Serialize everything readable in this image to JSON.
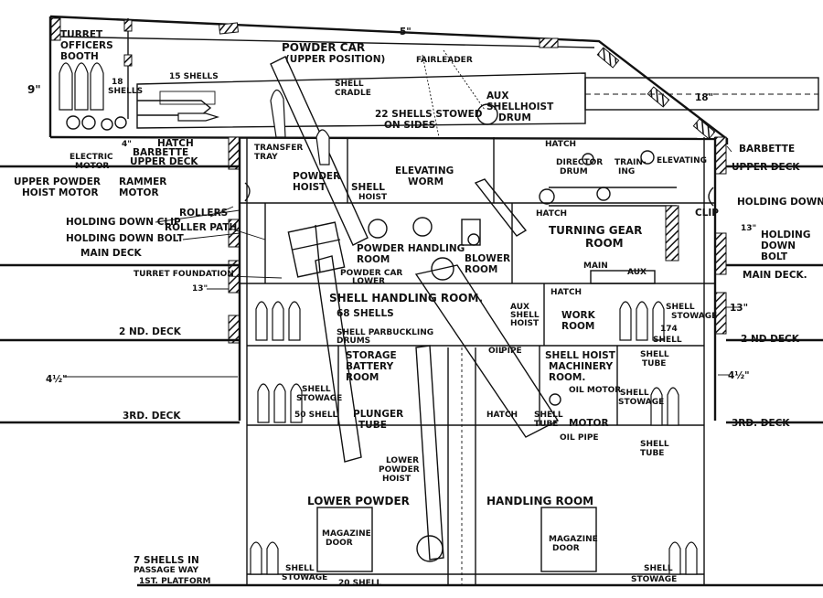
{
  "diagram": {
    "labels": {
      "turret_officers_booth": [
        "TURRET",
        "OFFICERS",
        "BOOTH"
      ],
      "powder_car_upper": [
        "POWDER CAR",
        "(UPPER POSITION)"
      ],
      "fairleader": "FAIRLEADER",
      "dim_5": "5\"",
      "dim_9": "9\"",
      "dim_18": "18\"",
      "dim_13_left": "13\"",
      "dim_13_right": "13\"",
      "dim_13_lower": "13\"",
      "dim_4half_left": "4½\"",
      "dim_4half_right": "4½\"",
      "dim_4_small": "4\"",
      "shells_18": [
        "18",
        "SHELLS"
      ],
      "shells_15": "15 SHELLS",
      "shell_cradle": [
        "SHELL",
        "CRADLE"
      ],
      "shells_22": [
        "22 SHELLS STOWED",
        "ON SIDES"
      ],
      "aux_shellhoist_drum": [
        "AUX",
        "SHELLHOIST",
        "DRUM"
      ],
      "hatch_top": "HATCH",
      "barbette_left": "BARBETTE",
      "upper_deck_left": "UPPER DECK",
      "electric_motor": [
        "ELECTRIC",
        "MOTOR"
      ],
      "upper_powder_hoist_motor": [
        "UPPER POWDER",
        "HOIST MOTOR"
      ],
      "rammer_motor": [
        "RAMMER",
        "MOTOR"
      ],
      "transfer_tray": [
        "TRANSFER",
        "TRAY"
      ],
      "powder_hoist": [
        "POWDER",
        "HOIST"
      ],
      "shell_hoist": [
        "SHELL",
        "HOIST"
      ],
      "elevating_worm": [
        "ELEVATING",
        "WORM"
      ],
      "hatch_right": "HATCH",
      "director_drum": [
        "DIRECTOR",
        "DRUM"
      ],
      "training": [
        "TRAIN-",
        "ING"
      ],
      "elevating_right": "ELEVATING",
      "barbette_right": "BARBETTE",
      "upper_deck_right": "UPPER DECK",
      "holding_down_clip_right": [
        "HOLDING DOWN",
        "CLIP"
      ],
      "holding_down_bolt_right": [
        "HOLDING",
        "DOWN",
        "BOLT"
      ],
      "main_deck_right": "MAIN DECK.",
      "rollers": "ROLLERS",
      "holding_down_clip_left": "HOLDING DOWN CLIP",
      "roller_path": "ROLLER PATH",
      "holding_down_bolt_left": "HOLDING DOWN BOLT",
      "main_deck_left": "MAIN DECK",
      "turret_foundation": "TURRET FOUNDATION",
      "hatch_mid": "HATCH",
      "turning_gear_room": [
        "TURNING GEAR",
        "ROOM"
      ],
      "powder_handling_room": [
        "POWDER HANDLING",
        "ROOM"
      ],
      "blower_room": [
        "BLOWER",
        "ROOM"
      ],
      "powder_car_lower": [
        "POWDER CAR",
        "LOWER"
      ],
      "main": "MAIN",
      "aux": "AUX",
      "shell_handling_room": "SHELL HANDLING ROOM.",
      "shells_68": "68 SHELLS",
      "hatch_small": "HATCH",
      "aux_shell_hoist": [
        "AUX",
        "SHELL",
        "HOIST"
      ],
      "work_room": [
        "WORK",
        "ROOM"
      ],
      "shell_stowage_174": [
        "SHELL",
        "STOWAGE",
        "174",
        "SHELL"
      ],
      "second_deck_left": "2 ND. DECK",
      "second_deck_right": "2 ND DECK",
      "shell_parbuckling_drums": [
        "SHELL PARBUCKLING",
        "DRUMS"
      ],
      "storage_battery_room": [
        "STORAGE",
        "BATTERY",
        "ROOM"
      ],
      "oil_pipe_upper": [
        "OIL",
        "PIPE"
      ],
      "shell_hoist_machinery_room": [
        "SHELL HOIST",
        "MACHINERY",
        "ROOM."
      ],
      "shell_tube_right": [
        "SHELL",
        "TUBE"
      ],
      "shell_stowage_left": [
        "SHELL",
        "STOWAGE"
      ],
      "shells_50": "50 SHELL",
      "plunger_tube": [
        "PLUNGER",
        "TUBE"
      ],
      "oil_motor": "OIL MOTOR",
      "shell_stowage_right": [
        "SHELL",
        "STOWAGE"
      ],
      "third_deck_left": "3RD. DECK",
      "third_deck_right": "3RD. DECK",
      "hatch_lower": "HATCH",
      "shell_tube_lower": [
        "SHELL",
        "TUBE"
      ],
      "motor": "MOTOR",
      "oil_pipe_lower": "OIL PIPE",
      "shell_tube_far": [
        "SHELL",
        "TUBE"
      ],
      "lower_powder_hoist": [
        "LOWER",
        "POWDER",
        "HOIST"
      ],
      "lower_powder": "LOWER POWDER",
      "handling_room": "HANDLING ROOM",
      "magazine_door_left": [
        "MAGAZINE",
        "DOOR"
      ],
      "magazine_door_right": [
        "MAGAZINE",
        "DOOR"
      ],
      "shells_passage": [
        "7 SHELLS IN",
        "PASSAGE WAY",
        "1ST. PLATFORM"
      ],
      "shell_stowage_bottom_left": [
        "SHELL",
        "STOWAGE"
      ],
      "shells_20": "20 SHELL",
      "shell_stowage_bottom_right": [
        "SHELL",
        "STOWAGE"
      ]
    }
  }
}
